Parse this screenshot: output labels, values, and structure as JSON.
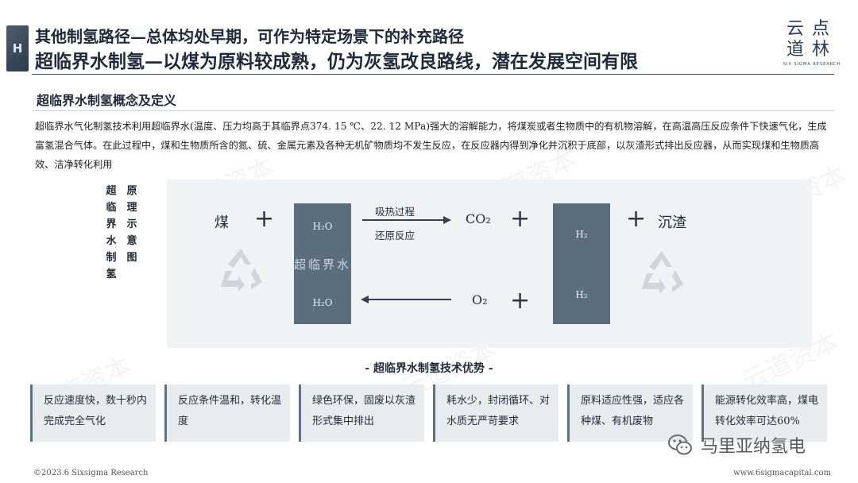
{
  "header": {
    "logo_glyph": "H",
    "title_line1": "其他制氢路径—总体均处早期，可作为特定场景下的补充路径",
    "title_line2": "超临界水制氢—以煤为原料较成熟，仍为灰氢改良路线，潜在发展空间有限",
    "brand_line1": "云点",
    "brand_line2": "道林",
    "brand_sub": "SIX SIGMA RESEARCH"
  },
  "section": {
    "title": "超临界水制氢概念及定义",
    "description": "超临界水气化制氢技术利用超临界水(温度、压力均高于其临界点374. 15 ℃、22. 12 MPa)强大的溶解能力，将煤炭或者生物质中的有机物溶解，在高温高压反应条件下快速气化，生成富氢混合气体。在此过程中，煤和生物质所含的氮、硫、金属元素及各种无机矿物质均不发生反应，在反应器内得到净化并沉积于底部，以灰渣形式排出反应器，从而实现煤和生物质高效、洁净转化利用"
  },
  "diagram": {
    "vertical_label_col1": "超临界水制氢",
    "vertical_label_col2": "原理示意图",
    "input": "煤",
    "box1_top": "H₂O",
    "box1_center": "超临界水",
    "box1_bottom": "H₂O",
    "arrow_top_label1": "吸热过程",
    "arrow_top_label2": "还原反应",
    "product1": "CO₂",
    "product2": "O₂",
    "box2_top": "H₂",
    "box2_bottom": "H₂",
    "output": "沉渣",
    "plus": "+"
  },
  "advantages": {
    "title": "- 超临界水制氢技术优势 -",
    "items": [
      "反应速度快，数十秒内完成完全气化",
      "反应条件温和，转化温度",
      "绿色环保，固废以灰渣形式集中排出",
      "耗水少，封闭循环、对水质无严苛要求",
      "原料适应性强，适应各种煤、有机废物",
      "能源转化效率高，煤电转化效率可达60%"
    ]
  },
  "footer": {
    "copyright": "©2023.6 Sixsigma Research",
    "website": "www.6sigmacapital.com",
    "wechat_name": "马里亚纳氢电"
  },
  "colors": {
    "box": "#5a6e80",
    "panel": "#f0f2f4",
    "card": "#e9ecef",
    "text_dark": "#1e2a3a"
  }
}
